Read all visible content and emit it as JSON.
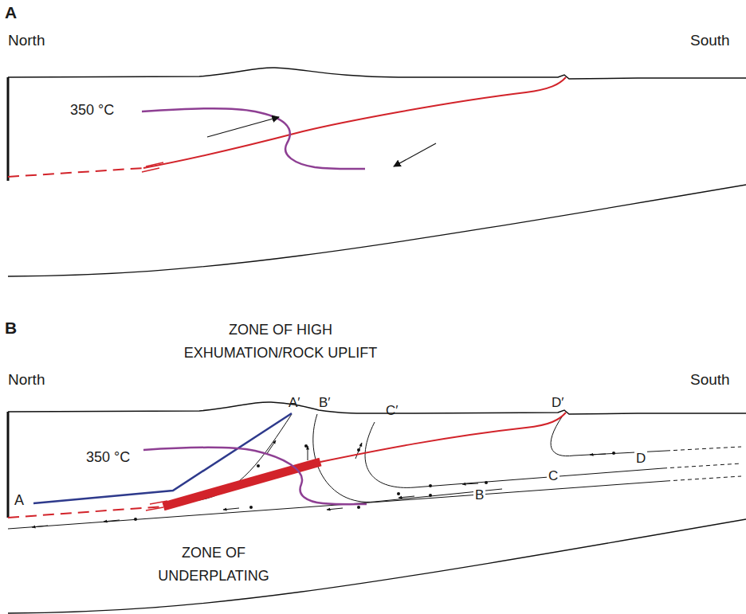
{
  "diagram": {
    "labels": [
      "A",
      "North",
      "South",
      "350 °C",
      "B",
      "ZONE OF HIGH EXHUMATION/ROCK UPLIFT",
      "North",
      "South",
      "350 °C",
      "A",
      "A′",
      "B′",
      "C′",
      "D′",
      "D",
      "C",
      "B",
      "ZONE OF UNDERPLATING"
    ]
  }
}
